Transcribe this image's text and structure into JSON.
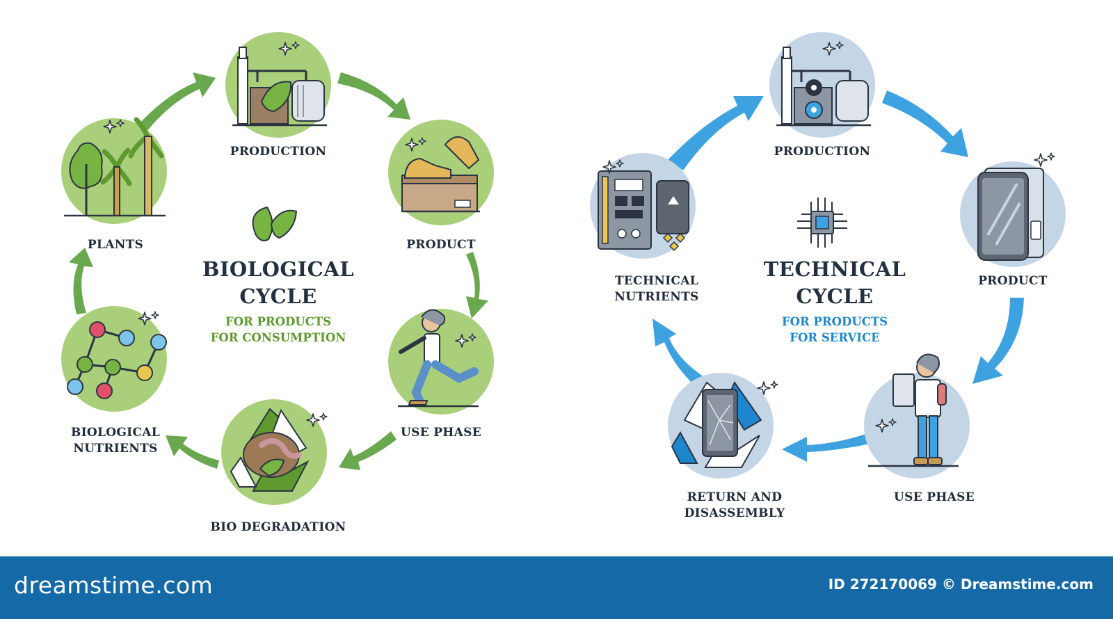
{
  "biological": {
    "title_line1": "BIOLOGICAL",
    "title_line2": "CYCLE",
    "sub_line1": "FOR PRODUCTS",
    "sub_line2": "FOR CONSUMPTION",
    "stages": {
      "production": "PRODUCTION",
      "product": "PRODUCT",
      "use_phase": "USE PHASE",
      "bio_degradation": "BIO DEGRADATION",
      "nutrients_line1": "BIOLOGICAL",
      "nutrients_line2": "NUTRIENTS",
      "plants": "PLANTS"
    }
  },
  "technical": {
    "title_line1": "TECHNICAL",
    "title_line2": "CYCLE",
    "sub_line1": "FOR PRODUCTS",
    "sub_line2": "FOR SERVICE",
    "stages": {
      "production": "PRODUCTION",
      "product": "PRODUCT",
      "use_phase": "USE PHASE",
      "return_line1": "RETURN AND",
      "return_line2": "DISASSEMBLY",
      "nutrients_line1": "TECHNICAL",
      "nutrients_line2": "NUTRIENTS"
    }
  },
  "colors": {
    "bio_circle": "#a9cf7a",
    "bio_arrow": "#6aa84f",
    "bio_accent": "#5e9a2f",
    "tech_circle": "#c4d5e6",
    "tech_arrow": "#3fa2e0",
    "tech_accent": "#1e86cd",
    "footer_bg": "#1569a6"
  },
  "icons": {
    "production": "factory-icon",
    "bio_product": "shoe-box-icon",
    "use_phase": "walking-person-icon",
    "degradation": "recycle-worm-icon",
    "bio_nutrients": "molecule-icon",
    "plants": "plants-icon",
    "tech_product": "smartphone-icon",
    "tech_use": "person-with-tablet-icon",
    "disassembly": "recycle-phone-icon",
    "tech_nutrients": "circuit-board-icon",
    "bio_center": "leaves-icon",
    "tech_center": "chip-icon"
  },
  "footer": {
    "logo": "dreamstime.com",
    "image_id": "ID 272170069 © Dreamstime.com"
  }
}
